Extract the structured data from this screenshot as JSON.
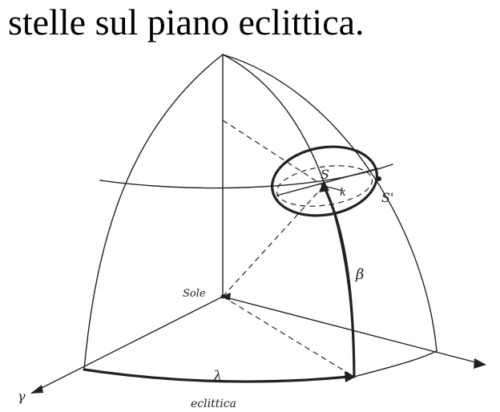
{
  "caption": "stelle sul piano eclittica.",
  "labels": {
    "star": "S",
    "star_prime": "S'",
    "k": "k",
    "sun": "Sole",
    "beta": "β",
    "lambda": "λ",
    "gamma": "γ",
    "ecliptic": "eclittica"
  },
  "colors": {
    "ink": "#222222"
  }
}
